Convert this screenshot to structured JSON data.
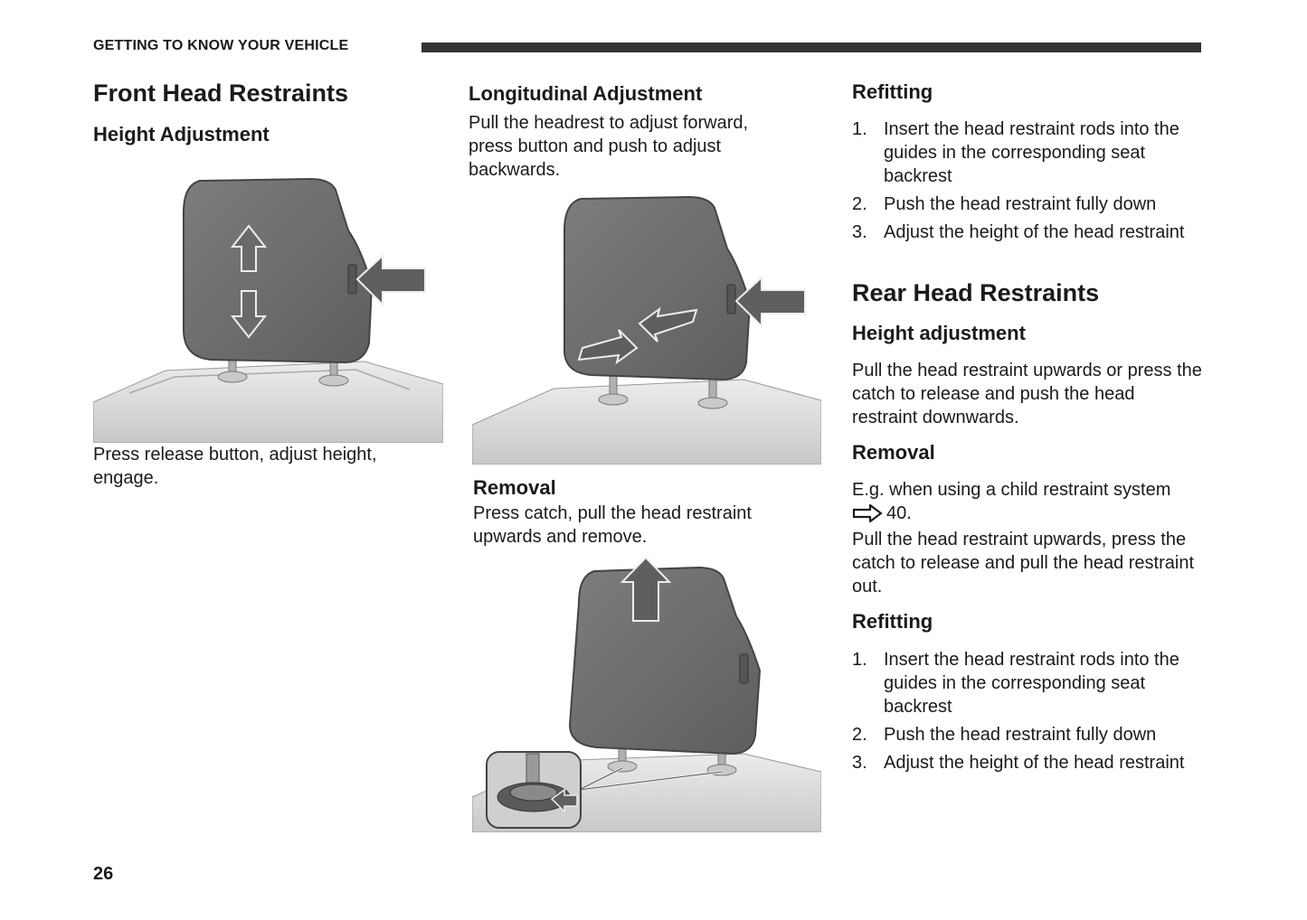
{
  "header": {
    "section": "GETTING TO KNOW YOUR VEHICLE"
  },
  "col1": {
    "title": "Front Head Restraints",
    "subtitle": "Height Adjustment",
    "caption": "Press release button, adjust height, engage."
  },
  "col2": {
    "longitudinal": {
      "heading": "Longitudinal Adjustment",
      "text": "Pull the headrest to adjust forward, press button and push to adjust backwards."
    },
    "removal": {
      "heading": "Removal",
      "text": "Press catch, pull the head restraint upwards and remove."
    }
  },
  "col3": {
    "refitting1": {
      "heading": "Refitting",
      "steps": [
        {
          "num": "1.",
          "text": "Insert the head restraint rods into the guides in the corresponding seat backrest"
        },
        {
          "num": "2.",
          "text": "Push the head restraint fully down"
        },
        {
          "num": "3.",
          "text": "Adjust the height of the head restraint"
        }
      ]
    },
    "rear_title": "Rear Head Restraints",
    "height": {
      "heading": "Height adjustment",
      "text": "Pull the head restraint upwards or press the catch to release and push the head restraint downwards."
    },
    "removal": {
      "heading": "Removal",
      "text_line1": "E.g. when using a child restraint system",
      "ref_page": "40.",
      "text_rest": "Pull the head restraint upwards, press the catch to release and pull the head restraint out."
    },
    "refitting2": {
      "heading": "Refitting",
      "steps": [
        {
          "num": "1.",
          "text": "Insert the head restraint rods into the guides in the corresponding seat backrest"
        },
        {
          "num": "2.",
          "text": "Push the head restraint fully down"
        },
        {
          "num": "3.",
          "text": "Adjust the height of the head restraint"
        }
      ]
    }
  },
  "footer": {
    "page_number": "26"
  },
  "colors": {
    "restraint": "#6f6f6f",
    "arrow": "#5a5a5a",
    "seat": "#d9d9d9",
    "bar": "#333333"
  }
}
